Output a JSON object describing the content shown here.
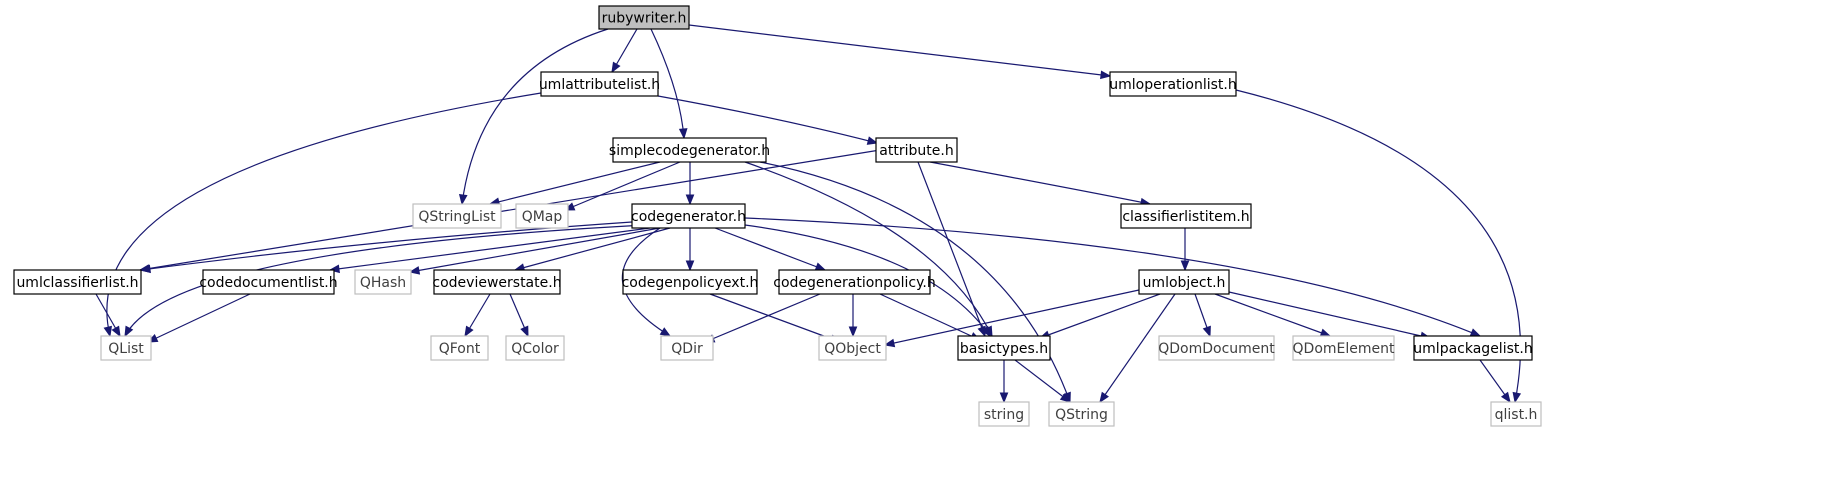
{
  "title": "rubywriter.h",
  "colors": {
    "edge": "#191970",
    "internal_border": "#000000",
    "external_border": "#bfbfbf",
    "root_fill": "#bfbfbf"
  },
  "nodes": [
    {
      "id": "rubywriter",
      "label": "rubywriter.h",
      "kind": "root"
    },
    {
      "id": "umlattributelist",
      "label": "umlattributelist.h",
      "kind": "internal"
    },
    {
      "id": "umloperationlist",
      "label": "umloperationlist.h",
      "kind": "internal"
    },
    {
      "id": "simplecodegenerator",
      "label": "simplecodegenerator.h",
      "kind": "internal"
    },
    {
      "id": "attribute",
      "label": "attribute.h",
      "kind": "internal"
    },
    {
      "id": "qstringlist",
      "label": "QStringList",
      "kind": "external"
    },
    {
      "id": "qmap",
      "label": "QMap",
      "kind": "external"
    },
    {
      "id": "codegenerator",
      "label": "codegenerator.h",
      "kind": "internal"
    },
    {
      "id": "classifierlistitem",
      "label": "classifierlistitem.h",
      "kind": "internal"
    },
    {
      "id": "umlclassifierlist",
      "label": "umlclassifierlist.h",
      "kind": "internal"
    },
    {
      "id": "codedocumentlist",
      "label": "codedocumentlist.h",
      "kind": "internal"
    },
    {
      "id": "qhash",
      "label": "QHash",
      "kind": "external"
    },
    {
      "id": "codeviewerstate",
      "label": "codeviewerstate.h",
      "kind": "internal"
    },
    {
      "id": "codegenpolicyext",
      "label": "codegenpolicyext.h",
      "kind": "internal"
    },
    {
      "id": "codegenerationpolicy",
      "label": "codegenerationpolicy.h",
      "kind": "internal"
    },
    {
      "id": "umlobject",
      "label": "umlobject.h",
      "kind": "internal"
    },
    {
      "id": "qlist",
      "label": "QList",
      "kind": "external"
    },
    {
      "id": "qfont",
      "label": "QFont",
      "kind": "external"
    },
    {
      "id": "qcolor",
      "label": "QColor",
      "kind": "external"
    },
    {
      "id": "qdir",
      "label": "QDir",
      "kind": "external"
    },
    {
      "id": "qobject",
      "label": "QObject",
      "kind": "external"
    },
    {
      "id": "basictypes",
      "label": "basictypes.h",
      "kind": "internal"
    },
    {
      "id": "qdomdocument",
      "label": "QDomDocument",
      "kind": "external"
    },
    {
      "id": "qdomelement",
      "label": "QDomElement",
      "kind": "external"
    },
    {
      "id": "umlpackagelist",
      "label": "umlpackagelist.h",
      "kind": "internal"
    },
    {
      "id": "string",
      "label": "string",
      "kind": "external"
    },
    {
      "id": "qstring",
      "label": "QString",
      "kind": "external"
    },
    {
      "id": "qlisth",
      "label": "qlist.h",
      "kind": "external"
    }
  ],
  "edges": [
    {
      "from": "rubywriter",
      "to": "umlattributelist"
    },
    {
      "from": "rubywriter",
      "to": "qstringlist"
    },
    {
      "from": "rubywriter",
      "to": "simplecodegenerator"
    },
    {
      "from": "rubywriter",
      "to": "umloperationlist"
    },
    {
      "from": "umlattributelist",
      "to": "attribute"
    },
    {
      "from": "umlattributelist",
      "to": "qlist"
    },
    {
      "from": "umloperationlist",
      "to": "qlisth"
    },
    {
      "from": "simplecodegenerator",
      "to": "qstringlist"
    },
    {
      "from": "simplecodegenerator",
      "to": "qmap"
    },
    {
      "from": "simplecodegenerator",
      "to": "codegenerator"
    },
    {
      "from": "simplecodegenerator",
      "to": "basictypes"
    },
    {
      "from": "simplecodegenerator",
      "to": "qstring"
    },
    {
      "from": "attribute",
      "to": "umlclassifierlist"
    },
    {
      "from": "attribute",
      "to": "classifierlistitem"
    },
    {
      "from": "attribute",
      "to": "basictypes"
    },
    {
      "from": "classifierlistitem",
      "to": "umlobject"
    },
    {
      "from": "codegenerator",
      "to": "umlclassifierlist"
    },
    {
      "from": "codegenerator",
      "to": "codedocumentlist"
    },
    {
      "from": "codegenerator",
      "to": "qhash"
    },
    {
      "from": "codegenerator",
      "to": "codeviewerstate"
    },
    {
      "from": "codegenerator",
      "to": "codegenpolicyext"
    },
    {
      "from": "codegenerator",
      "to": "codegenerationpolicy"
    },
    {
      "from": "codegenerator",
      "to": "qlist"
    },
    {
      "from": "codegenerator",
      "to": "qdir"
    },
    {
      "from": "codegenerator",
      "to": "basictypes"
    },
    {
      "from": "codegenerator",
      "to": "umlpackagelist"
    },
    {
      "from": "umlclassifierlist",
      "to": "qlist"
    },
    {
      "from": "codedocumentlist",
      "to": "qlist"
    },
    {
      "from": "codeviewerstate",
      "to": "qfont"
    },
    {
      "from": "codeviewerstate",
      "to": "qcolor"
    },
    {
      "from": "codegenpolicyext",
      "to": "qobject"
    },
    {
      "from": "codegenerationpolicy",
      "to": "qdir"
    },
    {
      "from": "codegenerationpolicy",
      "to": "qobject"
    },
    {
      "from": "codegenerationpolicy",
      "to": "basictypes"
    },
    {
      "from": "umlobject",
      "to": "qobject"
    },
    {
      "from": "umlobject",
      "to": "basictypes"
    },
    {
      "from": "umlobject",
      "to": "qstring"
    },
    {
      "from": "umlobject",
      "to": "qdomdocument"
    },
    {
      "from": "umlobject",
      "to": "qdomelement"
    },
    {
      "from": "umlobject",
      "to": "umlpackagelist"
    },
    {
      "from": "basictypes",
      "to": "string"
    },
    {
      "from": "basictypes",
      "to": "qstring"
    },
    {
      "from": "umlpackagelist",
      "to": "qlisth"
    }
  ]
}
